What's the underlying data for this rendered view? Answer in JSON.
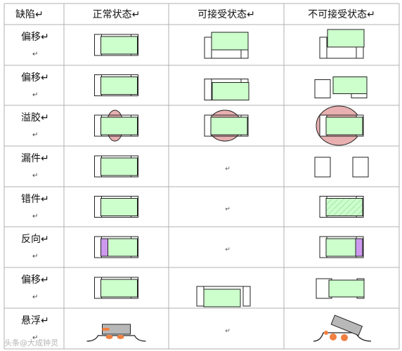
{
  "table": {
    "headers": [
      "缺陷",
      "正常状态",
      "可接受状态",
      "不可接受状态"
    ],
    "rows": [
      {
        "defect": "偏移",
        "normal": "centered",
        "acceptable": "shift-up",
        "unacceptable": "shift-up-far"
      },
      {
        "defect": "偏移",
        "normal": "centered",
        "acceptable": "shift-down-right",
        "unacceptable": "shift-right-split"
      },
      {
        "defect": "溢胶",
        "normal": "glue-small",
        "acceptable": "glue-medium",
        "unacceptable": "glue-large"
      },
      {
        "defect": "漏件",
        "normal": "centered",
        "acceptable": "",
        "unacceptable": "missing"
      },
      {
        "defect": "错件",
        "normal": "centered",
        "acceptable": "",
        "unacceptable": "wrong-part"
      },
      {
        "defect": "反向",
        "normal": "polarity-left",
        "acceptable": "",
        "unacceptable": "polarity-right"
      },
      {
        "defect": "偏移",
        "normal": "centered",
        "acceptable": "shift-down-left-outside",
        "unacceptable": "shift-right-lower"
      },
      {
        "defect": "悬浮",
        "normal": "side-flat",
        "acceptable": "",
        "unacceptable": "side-tilted"
      }
    ],
    "para_mark": "↵"
  },
  "watermark": {
    "prefix": "头条",
    "text": "@大成钟灵"
  },
  "colors": {
    "body_fill": "#ccffcc",
    "glue_fill": "#e8b0b0",
    "polarity_fill": "#cc99ee",
    "solder": "#f08040",
    "grid": "#b0b0b0",
    "outline": "#222222"
  }
}
